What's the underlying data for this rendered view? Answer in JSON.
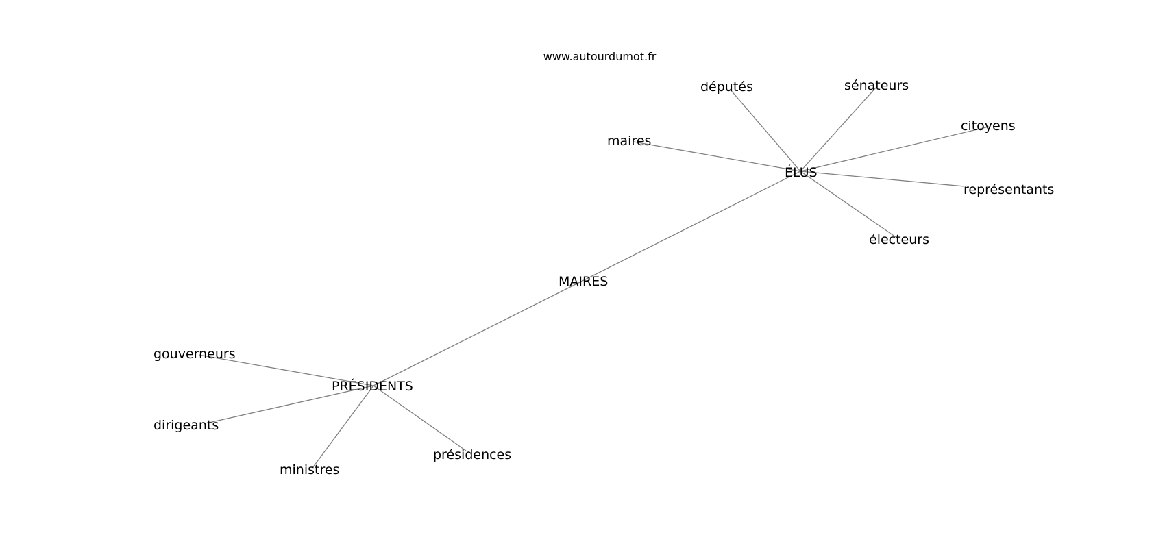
{
  "watermark": "www.autourdumot.fr",
  "colors": {
    "edge": "#808080",
    "text": "#000000",
    "background": "#ffffff"
  },
  "nodes": [
    {
      "id": "maires_center",
      "label": "MAIRES"
    },
    {
      "id": "elus",
      "label": "ÉLUS"
    },
    {
      "id": "presidents",
      "label": "PRÉSIDENTS"
    },
    {
      "id": "deputes",
      "label": "députés"
    },
    {
      "id": "senateurs",
      "label": "sénateurs"
    },
    {
      "id": "citoyens",
      "label": "citoyens"
    },
    {
      "id": "maires",
      "label": "maires"
    },
    {
      "id": "representants",
      "label": "représentants"
    },
    {
      "id": "electeurs",
      "label": "électeurs"
    },
    {
      "id": "gouverneurs",
      "label": "gouverneurs"
    },
    {
      "id": "dirigeants",
      "label": "dirigeants"
    },
    {
      "id": "ministres",
      "label": "ministres"
    },
    {
      "id": "presidences",
      "label": "présidences"
    }
  ],
  "edges": [
    [
      "maires_center",
      "elus"
    ],
    [
      "maires_center",
      "presidents"
    ],
    [
      "elus",
      "deputes"
    ],
    [
      "elus",
      "senateurs"
    ],
    [
      "elus",
      "citoyens"
    ],
    [
      "elus",
      "maires"
    ],
    [
      "elus",
      "representants"
    ],
    [
      "elus",
      "electeurs"
    ],
    [
      "presidents",
      "gouverneurs"
    ],
    [
      "presidents",
      "dirigeants"
    ],
    [
      "presidents",
      "ministres"
    ],
    [
      "presidents",
      "presidences"
    ]
  ]
}
